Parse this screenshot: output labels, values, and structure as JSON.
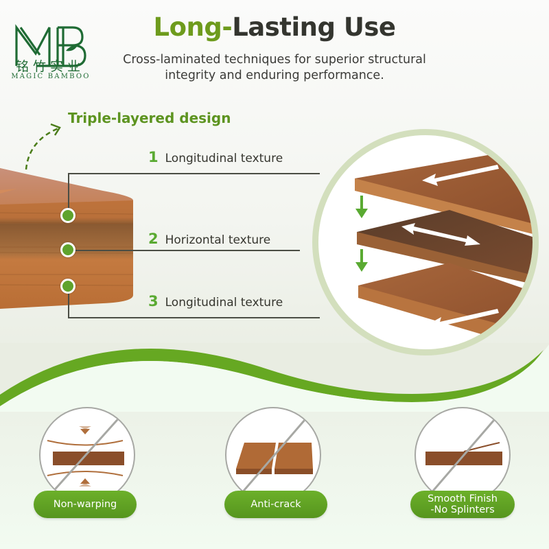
{
  "brand": {
    "logo_mark": "MB",
    "name_cn": "铭竹实业",
    "name_en": "MAGIC BAMBOO",
    "color": "#1f6b34"
  },
  "header": {
    "title_accent": "Long-",
    "title_rest": "Lasting Use",
    "subtitle_line1": "Cross-laminated techniques for superior structural",
    "subtitle_line2": "integrity and enduring performance.",
    "accent_color": "#6e9b1d"
  },
  "design": {
    "heading": "Triple-layered design",
    "layers": [
      {
        "number": "1",
        "label": "Longitudinal texture"
      },
      {
        "number": "2",
        "label": "Horizontal texture"
      },
      {
        "number": "3",
        "label": "Longitudinal texture"
      }
    ],
    "diagram_icons": [
      "arrow-left-icon",
      "double-arrow-icon",
      "arrow-left-icon",
      "arrow-down-icon",
      "arrow-down-icon"
    ]
  },
  "features": [
    {
      "label": "Non-warping",
      "icon": "no-warp-icon"
    },
    {
      "label": "Anti-crack",
      "icon": "no-crack-icon"
    },
    {
      "label_line1": "Smooth Finish",
      "label_line2": "-No Splinters",
      "icon": "no-splinter-icon"
    }
  ],
  "colors": {
    "green": "#5fa32d",
    "wood": "#b8733c",
    "circle_border": "#d3dfbd"
  }
}
